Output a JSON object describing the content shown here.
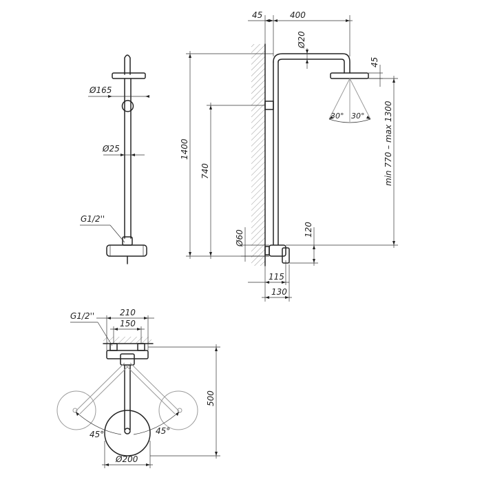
{
  "front_view": {
    "dia_head": "Ø165",
    "dia_pipe": "Ø25",
    "thread": "G1/2''"
  },
  "side_view": {
    "offset_wall": "45",
    "arm_reach": "400",
    "arm_dia": "Ø20",
    "head_thickness": "45",
    "height_total": "1400",
    "height_bracket": "740",
    "height_range": "min 770 – max 1300",
    "spray_angle_left": "30°",
    "spray_angle_right": "30°",
    "mixer_dia": "Ø60",
    "mixer_height": "120",
    "depth_115": "115",
    "depth_130": "130"
  },
  "top_view": {
    "thread": "G1/2''",
    "width_outer": "210",
    "width_inner": "150",
    "reach": "500",
    "angle_left": "45°",
    "angle_right": "45°",
    "head_dia": "Ø200"
  }
}
